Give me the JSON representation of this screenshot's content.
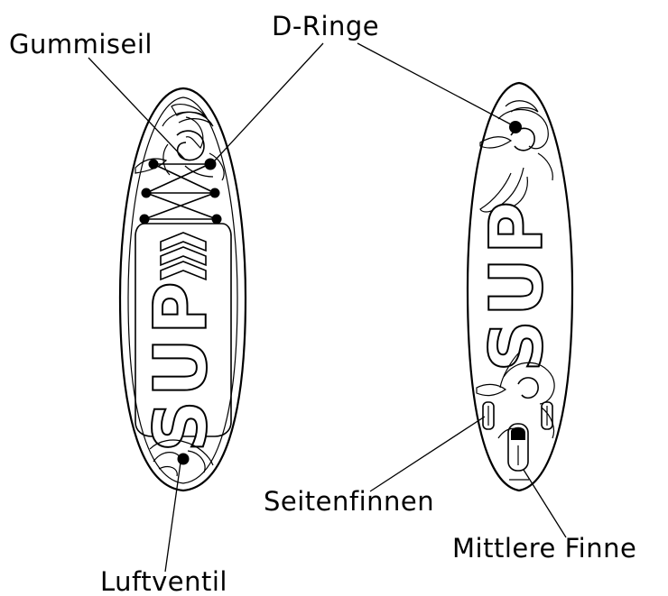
{
  "labels": {
    "bungee": "Gummiseil",
    "d_rings": "D-Ringe",
    "air_valve": "Luftventil",
    "side_fins": "Seitenfinnen",
    "center_fin": "Mittlere Finne"
  },
  "boards": {
    "top_logo": "SUP",
    "bottom_logo": "SUP"
  },
  "colors": {
    "line": "#000000",
    "background": "#ffffff"
  }
}
